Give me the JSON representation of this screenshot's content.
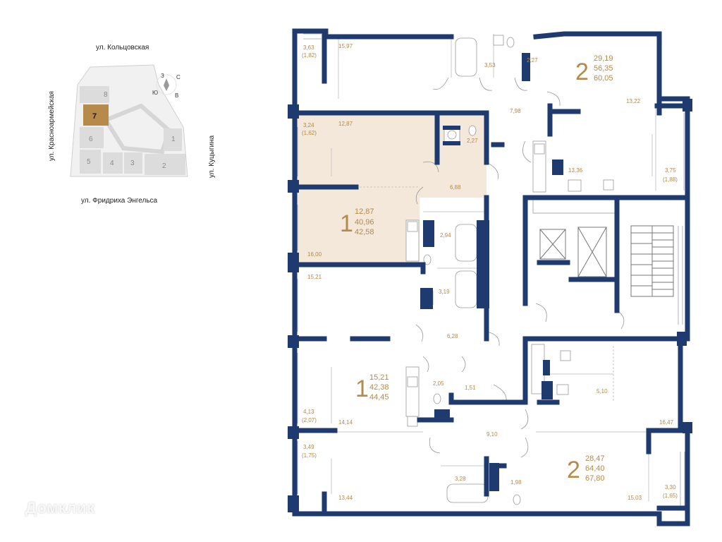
{
  "colors": {
    "wall": "#1e3a6e",
    "accent": "#b58a4a",
    "highlight": "#f3e8d9",
    "block": "#dcdcdc",
    "block_selected": "#b58a4a"
  },
  "site_plan": {
    "streets": {
      "north": "ул. Кольцовская",
      "west": "ул. Красноармейская",
      "east": "ул. Куцыгина",
      "south": "ул. Фридриха Энгельса"
    },
    "compass": [
      "З",
      "С",
      "В",
      "Ю"
    ],
    "blocks": [
      "8",
      "7",
      "6",
      "5",
      "4",
      "3",
      "2",
      "1"
    ],
    "selected_block": "7"
  },
  "apartments": [
    {
      "rooms": "2",
      "living": "29,19",
      "area": "56,35",
      "total": "60,05"
    },
    {
      "rooms": "1",
      "living": "12,87",
      "area": "40,96",
      "total": "42,58"
    },
    {
      "rooms": "1",
      "living": "15,21",
      "area": "42,38",
      "total": "44,45"
    },
    {
      "rooms": "2",
      "living": "28,47",
      "area": "64,40",
      "total": "67,80"
    }
  ],
  "room_labels": {
    "r01": "3,63",
    "r02": "(1,82)",
    "r03": "15,97",
    "r04": "3,53",
    "r05": "2,27",
    "r06": "13,22",
    "r07": "7,98",
    "r08": "3,24",
    "r09": "(1,62)",
    "r10": "12,87",
    "r11": "2,27",
    "r12": "6,88",
    "r13": "13,36",
    "r14": "3,75",
    "r15": "(1,88)",
    "r16": "2,94",
    "r17": "16,00",
    "r18": "15,21",
    "r19": "3,19",
    "r20": "6,28",
    "r21": "2,05",
    "r22": "1,51",
    "r23": "5,10",
    "r24": "4,13",
    "r25": "(2,07)",
    "r26": "14,14",
    "r27": "9,10",
    "r28": "16,47",
    "r29": "3,49",
    "r30": "(1,75)",
    "r31": "3,28",
    "r32": "1,98",
    "r33": "13,44",
    "r34": "15,03",
    "r35": "3,30",
    "r36": "(1,65)"
  },
  "watermark": "Домклик"
}
